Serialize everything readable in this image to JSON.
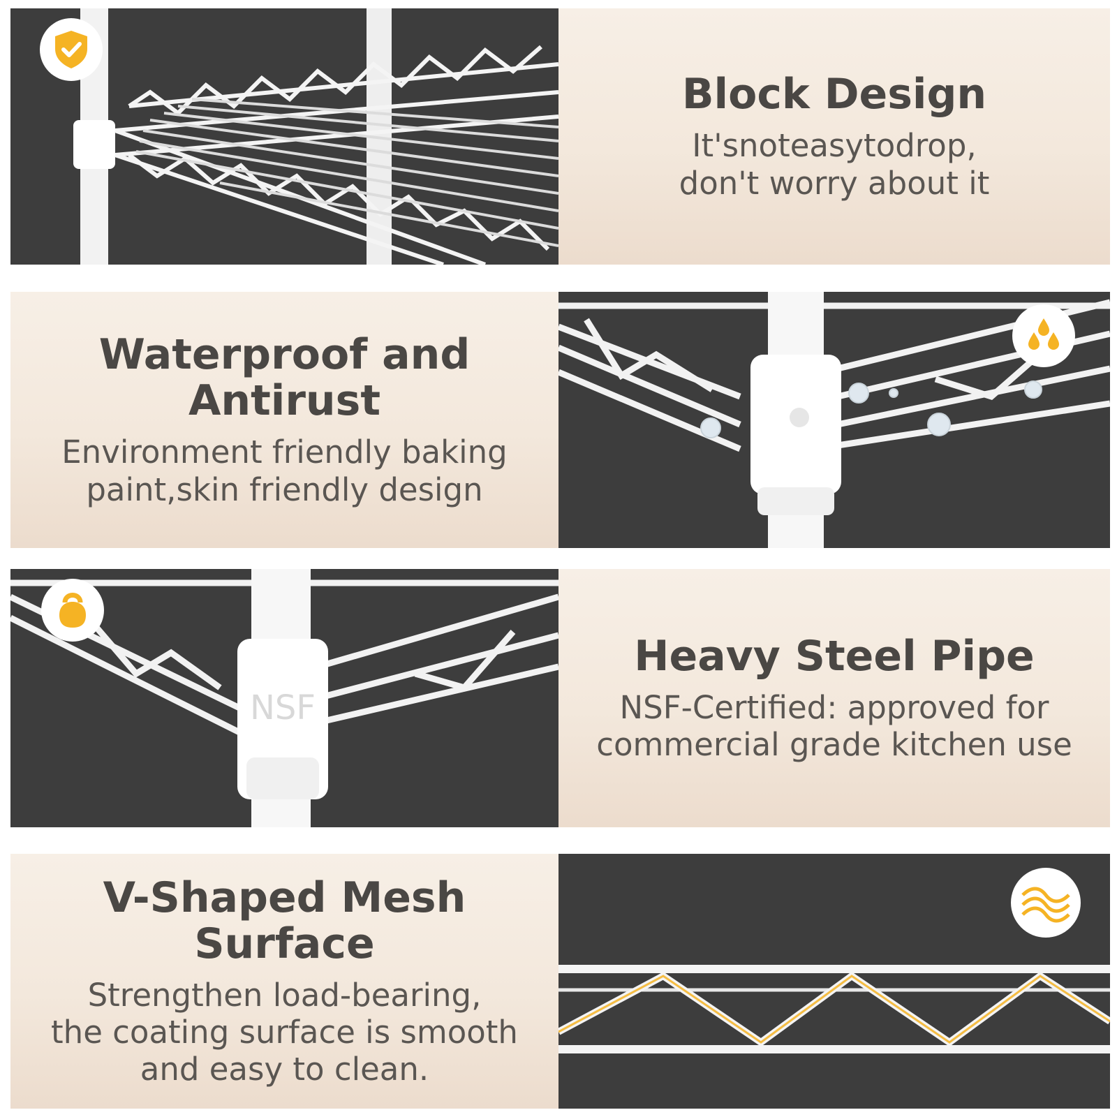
{
  "accent_color": "#f5b324",
  "features": [
    {
      "title": "Block Design",
      "desc": "It'snoteasytodrop,\ndon't worry about it",
      "icon": "shield-check-icon"
    },
    {
      "title": "Waterproof and Antirust",
      "desc": "Environment friendly baking\npaint,skin friendly design",
      "icon": "water-drops-icon"
    },
    {
      "title": "Heavy Steel Pipe",
      "desc": "NSF-Certified: approved for\ncommercial grade kitchen use",
      "icon": "kettlebell-icon",
      "sleeve_mark": "NSF"
    },
    {
      "title": "V-Shaped Mesh Surface",
      "desc": "Strengthen load-bearing,\nthe coating surface is smooth\nand easy to clean.",
      "icon": "wave-lines-icon"
    }
  ]
}
